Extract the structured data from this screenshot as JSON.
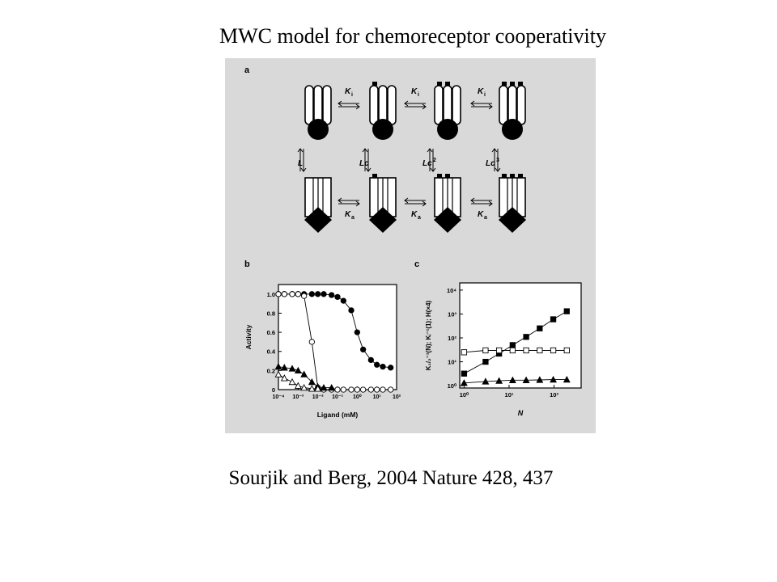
{
  "slide": {
    "title": "MWC model for chemoreceptor cooperativity",
    "citation": "Sourjik and Berg, 2004 Nature 428, 437"
  },
  "figure": {
    "panel_labels": {
      "a": "a",
      "b": "b",
      "c": "c"
    },
    "scheme": {
      "top_constants": [
        "K",
        "K",
        "K"
      ],
      "top_subscript": "i",
      "side_constants": [
        "L",
        "Lc",
        "Lc",
        "Lc"
      ],
      "side_superscripts": [
        "",
        "",
        "2",
        "3"
      ],
      "bottom_constants": [
        "K",
        "K",
        "K"
      ],
      "bottom_subscript": "a"
    }
  },
  "chart_data": [
    {
      "type": "scatter",
      "panel": "b",
      "xlabel": "Ligand (mM)",
      "ylabel": "Activity",
      "x_scale": "log",
      "xticks": [
        "10⁻⁴",
        "10⁻³",
        "10⁻²",
        "10⁻¹",
        "10⁰",
        "10¹",
        "10²"
      ],
      "yticks": [
        "1.0",
        "0.8",
        "0.6",
        "0.4",
        "0.2",
        "0"
      ],
      "xlim": [
        0.0001,
        100
      ],
      "ylim": [
        0,
        1.1
      ],
      "series": [
        {
          "marker": "filled-circle",
          "x": [
            0.0001,
            0.0002,
            0.0005,
            0.001,
            0.002,
            0.005,
            0.01,
            0.02,
            0.05,
            0.1,
            0.2,
            0.5,
            1,
            2,
            5,
            10,
            20,
            50
          ],
          "y": [
            1.0,
            1.0,
            1.0,
            1.0,
            1.0,
            1.0,
            1.0,
            1.0,
            0.99,
            0.97,
            0.93,
            0.83,
            0.6,
            0.42,
            0.31,
            0.26,
            0.24,
            0.23
          ]
        },
        {
          "marker": "open-circle",
          "x": [
            0.0001,
            0.0002,
            0.0005,
            0.001,
            0.002,
            0.005,
            0.01,
            0.02,
            0.05,
            0.1,
            0.2,
            0.5,
            1,
            2,
            5,
            10,
            20,
            50
          ],
          "y": [
            1.0,
            1.0,
            1.0,
            1.0,
            0.98,
            0.5,
            0.02,
            0.0,
            0.0,
            0.0,
            0.0,
            0.0,
            0.0,
            0.0,
            0.0,
            0.0,
            0.0,
            0.0
          ]
        },
        {
          "marker": "filled-triangle",
          "x": [
            0.0001,
            0.0002,
            0.0005,
            0.001,
            0.002,
            0.005,
            0.01,
            0.02,
            0.05
          ],
          "y": [
            0.24,
            0.23,
            0.22,
            0.2,
            0.16,
            0.08,
            0.03,
            0.02,
            0.02
          ]
        },
        {
          "marker": "open-triangle",
          "x": [
            0.0001,
            0.0002,
            0.0005,
            0.001,
            0.002,
            0.005,
            0.01
          ],
          "y": [
            0.16,
            0.12,
            0.08,
            0.04,
            0.02,
            0.01,
            0.01
          ]
        }
      ]
    },
    {
      "type": "line",
      "panel": "c",
      "xlabel": "N",
      "ylabel": "K₁/₂⁻¹(N); Kᵢ⁻¹(1); H(×4)",
      "x_scale": "log",
      "y_scale": "log",
      "xticks": [
        "10⁰",
        "10¹",
        "10²"
      ],
      "yticks": [
        "10⁴",
        "10³",
        "10²",
        "10¹",
        "10⁰"
      ],
      "xlim": [
        0.8,
        400
      ],
      "ylim": [
        0.8,
        20000
      ],
      "series": [
        {
          "marker": "filled-square",
          "x": [
            1,
            3,
            6,
            12,
            24,
            48,
            96,
            192
          ],
          "y": [
            3.2,
            10,
            22,
            50,
            110,
            250,
            600,
            1300
          ]
        },
        {
          "marker": "open-square",
          "x": [
            1,
            3,
            6,
            12,
            24,
            48,
            96,
            192
          ],
          "y": [
            25,
            30,
            30,
            30,
            30,
            30,
            30,
            30
          ]
        },
        {
          "marker": "filled-triangle",
          "x": [
            1,
            3,
            6,
            12,
            24,
            48,
            96,
            192
          ],
          "y": [
            1.3,
            1.5,
            1.6,
            1.7,
            1.7,
            1.75,
            1.8,
            1.8
          ]
        }
      ]
    }
  ]
}
